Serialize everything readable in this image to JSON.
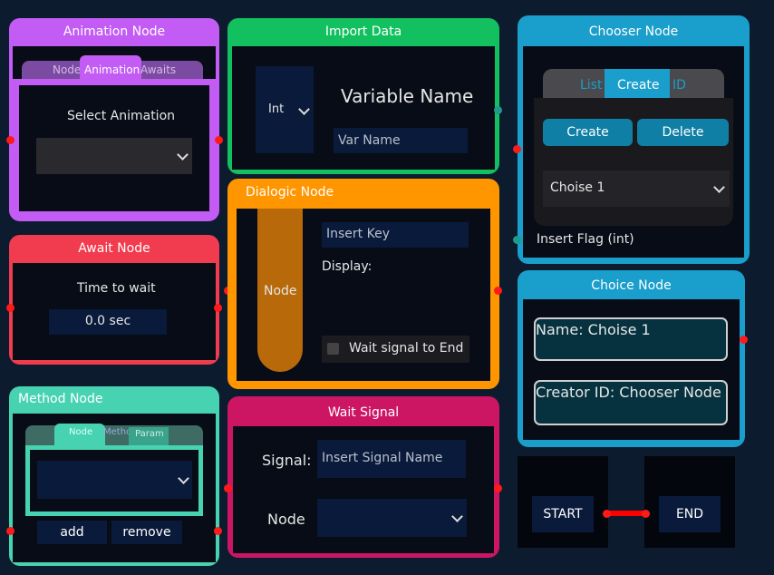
{
  "animation_node": {
    "title": "Animation Node",
    "tabs": [
      "Node",
      "Animation",
      "Awaits"
    ],
    "active_tab": "Animation",
    "select_label": "Select Animation",
    "select_value": ""
  },
  "import_data": {
    "title": "Import Data",
    "type_value": "Int",
    "heading": "Variable Name",
    "var_placeholder": "Var Name"
  },
  "chooser_node": {
    "title": "Chooser Node",
    "tabs": [
      "List",
      "Create",
      "ID"
    ],
    "active_tab": "Create",
    "create_label": "Create",
    "delete_label": "Delete",
    "choice_value": "Choise 1",
    "flag_label": "Insert Flag (int)"
  },
  "await_node": {
    "title": "Await Node",
    "label": "Time to wait",
    "value": "0.0 sec"
  },
  "dialogic_node": {
    "title": "Dialogic Node",
    "side_label": "Node",
    "key_placeholder": "Insert Key",
    "display_label": "Display:",
    "checkbox_label": "Wait signal to End"
  },
  "choice_node": {
    "title": "Choice Node",
    "name_text": "Name: Choise 1",
    "creator_text": "Creator ID: Chooser Node"
  },
  "method_node": {
    "title": "Method Node",
    "tabs": [
      "Node",
      "Methods",
      "Param"
    ],
    "active_tab": "Node",
    "add_label": "add",
    "remove_label": "remove"
  },
  "wait_signal": {
    "title": "Wait Signal",
    "signal_label": "Signal:",
    "signal_placeholder": "Insert Signal Name",
    "node_label": "Node"
  },
  "start_node": {
    "label": "START"
  },
  "end_node": {
    "label": "END"
  },
  "colors": {
    "animation": "#c35cf5",
    "import": "#13c060",
    "chooser": "#1a9ecb",
    "await": "#f03c4e",
    "dialogic": "#ff9600",
    "choice": "#1a9ecb",
    "method": "#47d3b2",
    "wait_signal": "#cc1664",
    "port": "#ff1a1a",
    "connection": "#ff0000"
  }
}
